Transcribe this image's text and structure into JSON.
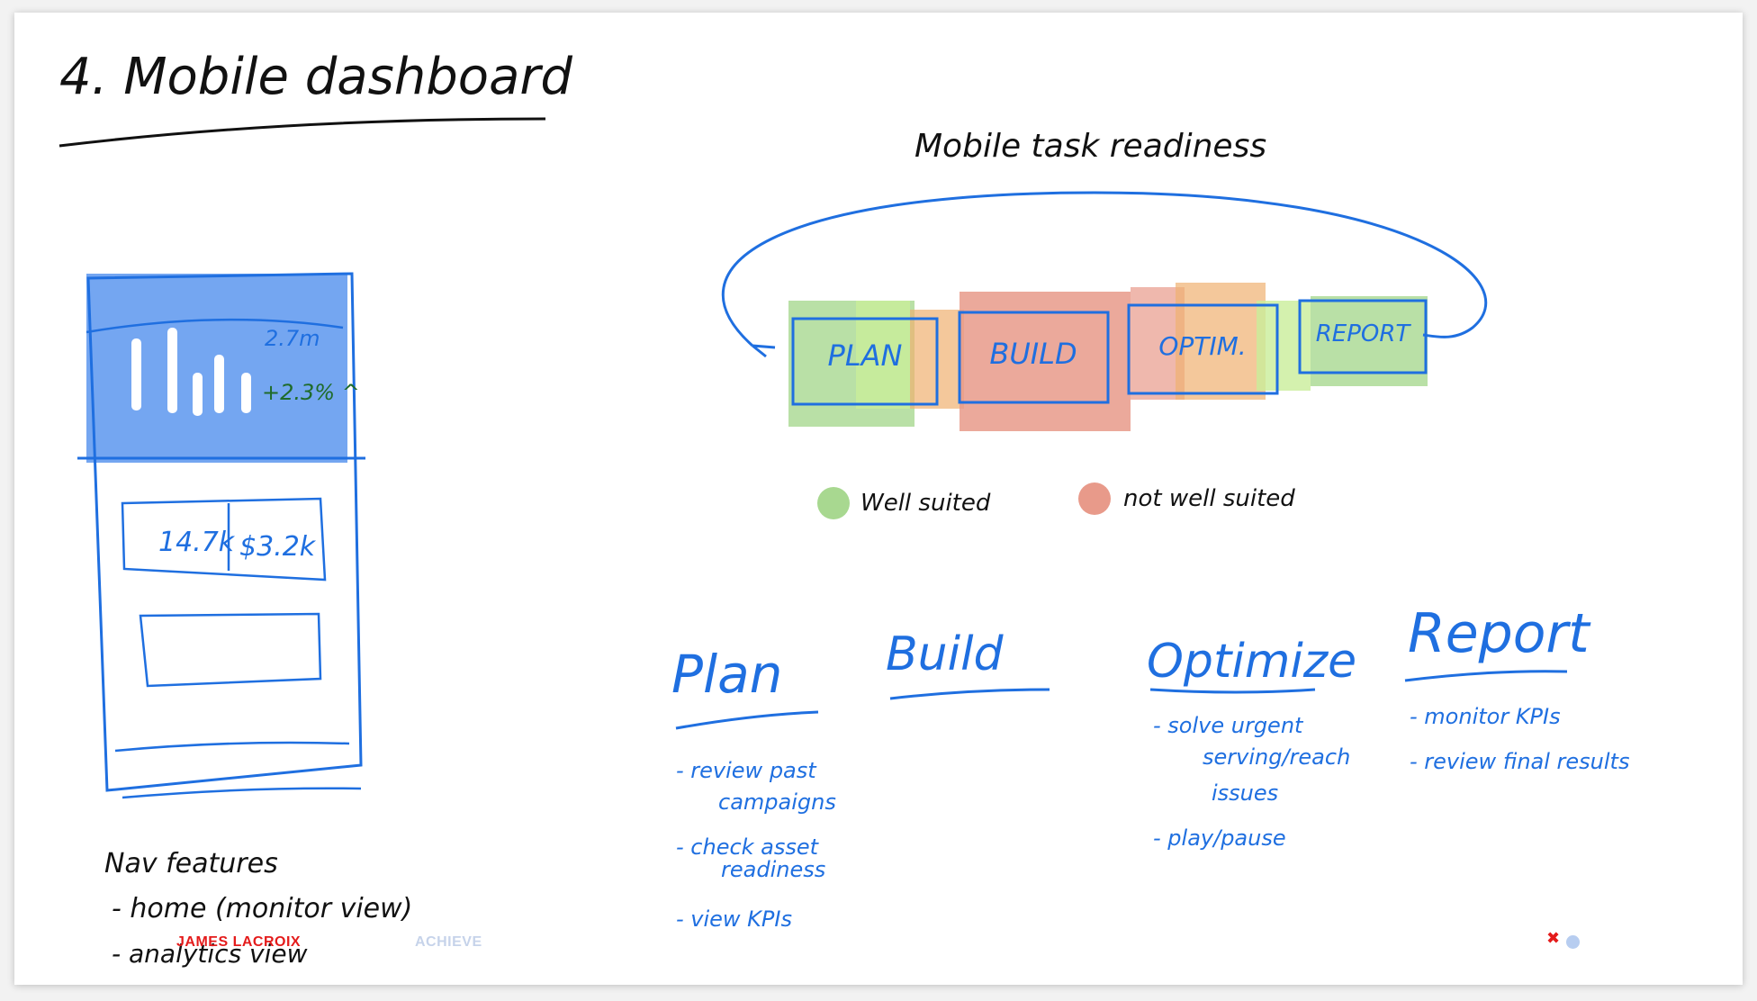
{
  "title": "4. Mobile dashboard",
  "phone": {
    "metric_main": "2.7m",
    "metric_change": "+2.3% ^",
    "stat_left": "14.7k",
    "stat_right": "$3.2k"
  },
  "readiness": {
    "title": "Mobile task readiness",
    "stages": [
      "PLAN",
      "BUILD",
      "OPTIM.",
      "REPORT"
    ],
    "legend_good": "Well suited",
    "legend_bad": "not well suited"
  },
  "columns": [
    {
      "heading": "Plan",
      "items": [
        "- review past",
        "campaigns",
        "- check asset",
        "readiness",
        "- view KPIs"
      ]
    },
    {
      "heading": "Build",
      "items": []
    },
    {
      "heading": "Optimize",
      "items": [
        "- solve urgent",
        "serving/reach",
        "issues",
        "- play/pause"
      ]
    },
    {
      "heading": "Report",
      "items": [
        "- monitor KPIs",
        "- review final results"
      ]
    }
  ],
  "nav": {
    "heading": "Nav features",
    "items": [
      "- home (monitor view)",
      "- analytics view"
    ]
  },
  "footer": {
    "author": "JAMES LACROIX",
    "tag": "ACHIEVE",
    "close_glyph": "✖"
  },
  "colors": {
    "ink": "#111111",
    "blue": "#1f6fe0",
    "blue_fill": "#5c97ef",
    "green_dark": "#1f6b2a",
    "well_suited": "#a8d890",
    "not_well_suited": "#e89a8a",
    "orange": "#f0b070",
    "lime": "#c9ee9a",
    "footer_red": "#e41b1b",
    "footer_tag": "#c6d3ea",
    "footer_dot": "#b7cdf0"
  }
}
